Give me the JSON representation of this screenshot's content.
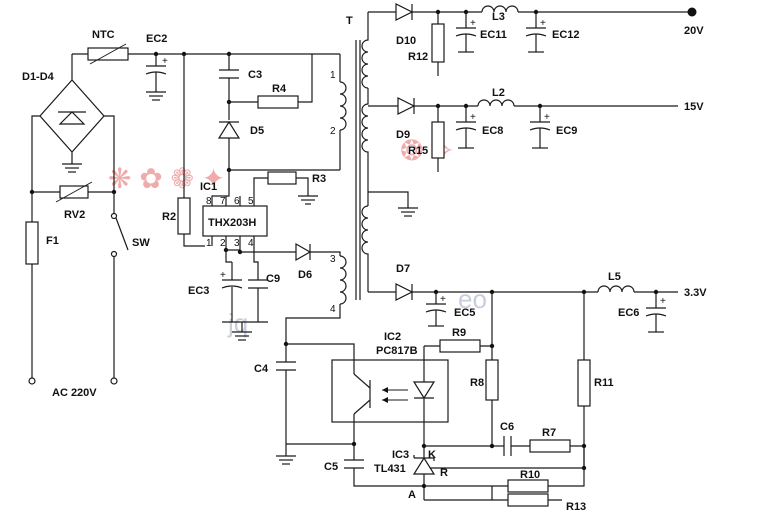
{
  "labels": {
    "ntc": "NTC",
    "ec2": "EC2",
    "d1d4": "D1-D4",
    "c3": "C3",
    "r4": "R4",
    "d5": "D5",
    "ic1": "IC1",
    "ic1_part": "THX203H",
    "r3": "R3",
    "r2": "R2",
    "rv2": "RV2",
    "f1": "F1",
    "sw": "SW",
    "ac": "AC 220V",
    "ec3": "EC3",
    "c9": "C9",
    "d6": "D6",
    "c4": "C4",
    "c5": "C5",
    "t": "T",
    "d10": "D10",
    "r12": "R12",
    "l3": "L3",
    "ec11": "EC11",
    "ec12": "EC12",
    "out20": "20V",
    "d9": "D9",
    "r15": "R15",
    "l2": "L2",
    "ec8": "EC8",
    "ec9": "EC9",
    "out15": "15V",
    "d7": "D7",
    "ec5": "EC5",
    "l5": "L5",
    "ec6": "EC6",
    "out33": "3.3V",
    "ic2": "IC2",
    "ic2_part": "PC817B",
    "r9": "R9",
    "r8": "R8",
    "r11": "R11",
    "c6": "C6",
    "r7": "R7",
    "ic3": "IC3",
    "ic3_part": "TL431",
    "k": "K",
    "r_pin": "R",
    "a_pin": "A",
    "r10": "R10",
    "r13": "R13"
  },
  "pins": {
    "p8": "8",
    "p7": "7",
    "p6": "6",
    "p5": "5",
    "p1": "1",
    "p2": "2",
    "p3": "3",
    "p4": "4",
    "t1": "1",
    "t2": "2",
    "t3": "3",
    "t4": "4"
  },
  "polarity": {
    "plus": "+"
  },
  "watermark": {
    "a": "jq",
    "b": "eo"
  },
  "colors": {
    "wire": "#1a1a1a",
    "watermark": "#e36a6a"
  }
}
